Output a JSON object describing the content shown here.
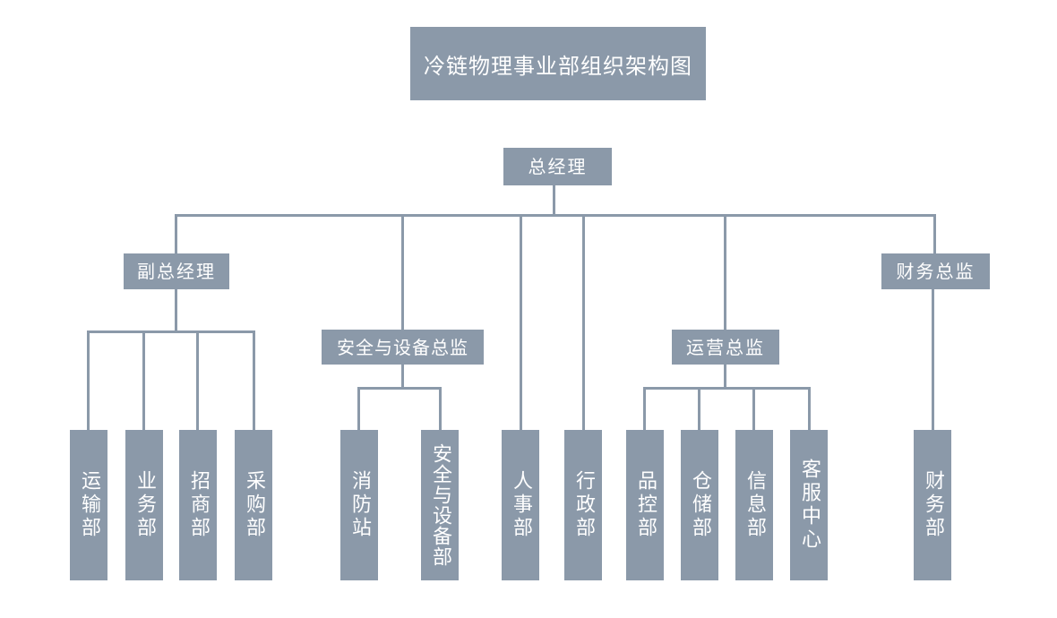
{
  "title": "冷链物理事业部组织架构图",
  "colors": {
    "box_fill": "#8B99A9",
    "box_text": "#FFFFFF",
    "line": "#8B99A9",
    "background": "#FFFFFF"
  },
  "nodes": {
    "general_manager": {
      "label": "总经理",
      "level": 1
    },
    "deputy_general_manager": {
      "label": "副总经理",
      "level": 2
    },
    "safety_equipment_director": {
      "label": "安全与设备总监",
      "level": 2
    },
    "operations_director": {
      "label": "运营总监",
      "level": 2
    },
    "finance_director": {
      "label": "财务总监",
      "level": 2
    },
    "transport_dept": {
      "label": "运输部",
      "level": 3,
      "parent": "副总经理"
    },
    "business_dept": {
      "label": "业务部",
      "level": 3,
      "parent": "副总经理"
    },
    "merchants_dept": {
      "label": "招商部",
      "level": 3,
      "parent": "副总经理"
    },
    "procurement_dept": {
      "label": "采购部",
      "level": 3,
      "parent": "副总经理"
    },
    "fire_station": {
      "label": "消防站",
      "level": 3,
      "parent": "安全与设备总监"
    },
    "safety_equipment_dept": {
      "label": "安全与设备部",
      "level": 3,
      "parent": "安全与设备总监"
    },
    "hr_dept": {
      "label": "人事部",
      "level": 3,
      "parent": "总经理"
    },
    "admin_dept": {
      "label": "行政部",
      "level": 3,
      "parent": "总经理"
    },
    "quality_control_dept": {
      "label": "品控部",
      "level": 3,
      "parent": "运营总监"
    },
    "warehouse_dept": {
      "label": "仓储部",
      "level": 3,
      "parent": "运营总监"
    },
    "information_dept": {
      "label": "信息部",
      "level": 3,
      "parent": "运营总监"
    },
    "customer_service_center": {
      "label": "客服中心",
      "level": 3,
      "parent": "运营总监"
    },
    "finance_dept": {
      "label": "财务部",
      "level": 3,
      "parent": "财务总监"
    }
  }
}
